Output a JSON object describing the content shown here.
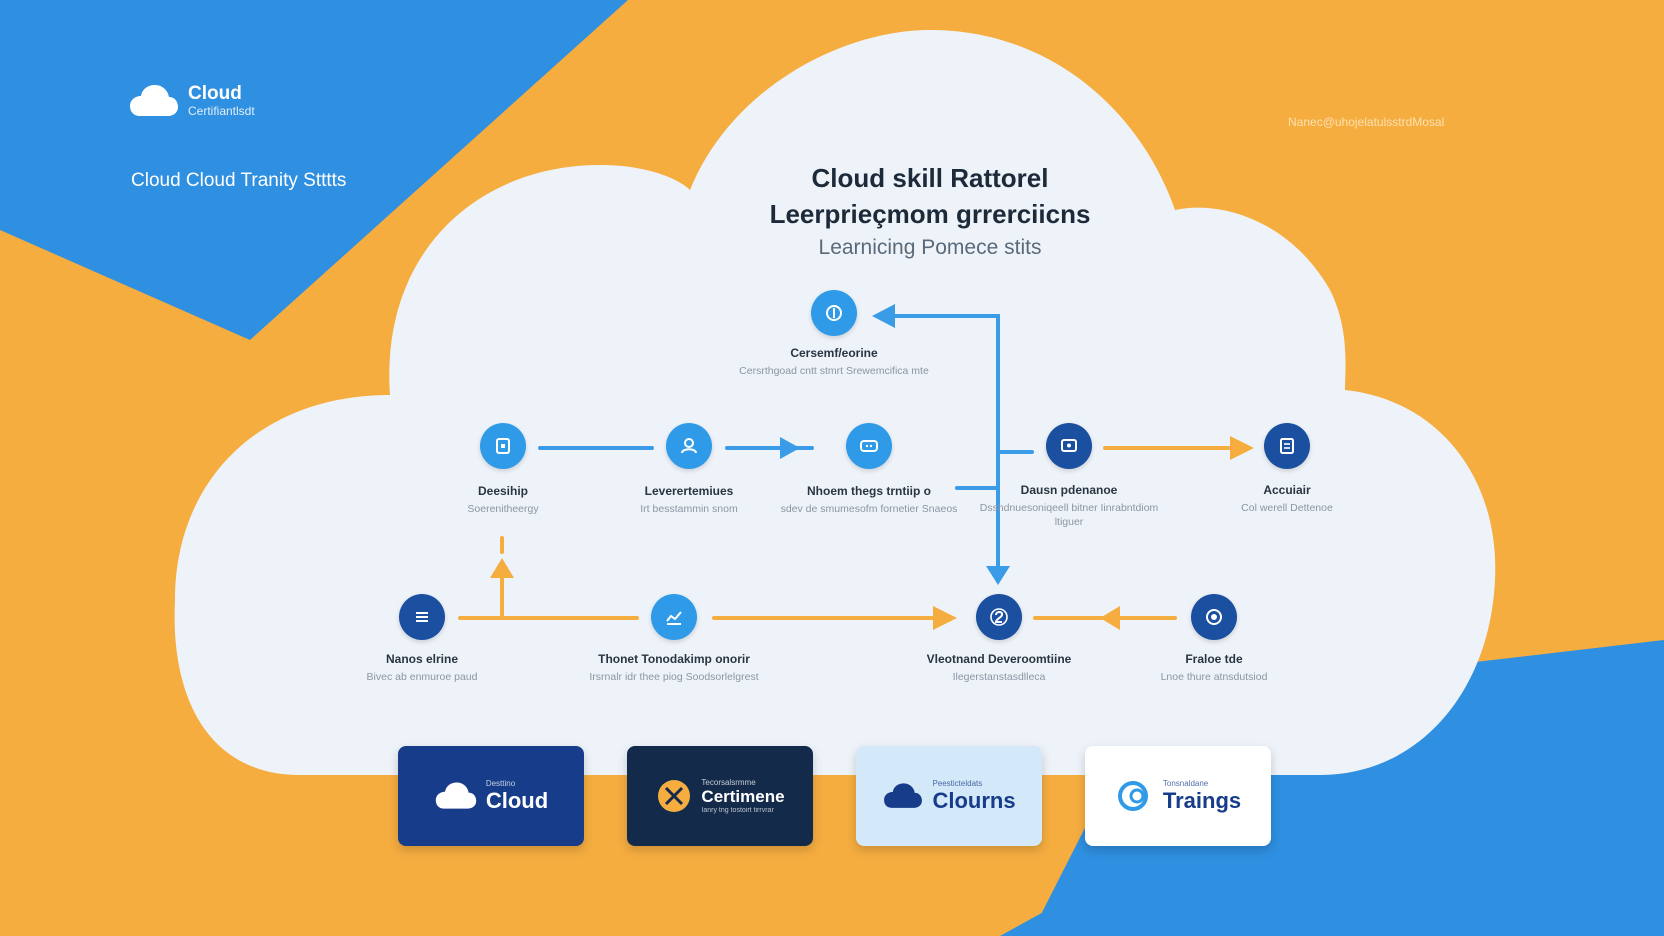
{
  "colors": {
    "blue": "#2f8fe0",
    "orange": "#f5ad40",
    "cloud": "#eef3f9",
    "node_light": "#2f9be8",
    "node_dark": "#1b4fa0",
    "arrow_blue": "#3a9be6",
    "arrow_orange": "#f5ad40"
  },
  "brand": {
    "name": "Cloud",
    "tagline": "Certifiantlsdt"
  },
  "left_subtitle": "Cloud Cloud Tranity Stttts",
  "top_right_text": "Nanec@uhojelatulsstrdMosal",
  "diagram": {
    "title_line1": "Cloud skill Rattorel",
    "title_line2": "Leerprieçmom grrerciicns",
    "subtitle": "Learnicing Pomece stits",
    "nodes": [
      {
        "id": "top",
        "icon": "badge-icon",
        "title": "Cersemf/eorine",
        "desc": "Cersrthgoad cntt stmrt Srewemcifica mte"
      },
      {
        "id": "r1a",
        "icon": "document-icon",
        "title": "Deesihip",
        "desc": "Soerenitheergy"
      },
      {
        "id": "r1b",
        "icon": "user-icon",
        "title": "Leverertemiues",
        "desc": "Irt besstammin snom"
      },
      {
        "id": "r1c",
        "icon": "chat-icon",
        "title": "Nhoem thegs trntiip o",
        "desc": "sdev de smumesofm fornetier Snaeos"
      },
      {
        "id": "r1d",
        "icon": "screen-icon",
        "title": "Dausn pdenanoe",
        "desc": "Dsshdnuesoniqeell bitner Iinrabntdiom ltiguer"
      },
      {
        "id": "r1e",
        "icon": "clipboard-icon",
        "title": "Accuiair",
        "desc": "Col werell Dettenoe"
      },
      {
        "id": "r2a",
        "icon": "list-icon",
        "title": "Nanos elrine",
        "desc": "Bivec ab enmuroe paud"
      },
      {
        "id": "r2b",
        "icon": "chart-icon",
        "title": "Thonet Tonodakimp onorir",
        "desc": "Irsrnalr idr thee piog Soodsorlelgrest"
      },
      {
        "id": "r2c",
        "icon": "step-two-icon",
        "title": "Vleotnand Deveroomtiine",
        "desc": "Ilegerstanstasdlleca"
      },
      {
        "id": "r2d",
        "icon": "target-icon",
        "title": "Fraloe tde",
        "desc": "Lnoe thure atnsdutsiod"
      }
    ]
  },
  "cards": [
    {
      "id": "cloud",
      "small": "Desttino",
      "big": "Cloud",
      "tiny": ""
    },
    {
      "id": "certimene",
      "small": "Tecorsalsrmme",
      "big": "Certimene",
      "tiny": "Ianry tng tostoirt tirrvrar"
    },
    {
      "id": "clourns",
      "small": "Peesticteldats",
      "big": "Clourns",
      "tiny": ""
    },
    {
      "id": "traings",
      "small": "Tonsnaldane",
      "big": "Traings",
      "tiny": ""
    }
  ]
}
